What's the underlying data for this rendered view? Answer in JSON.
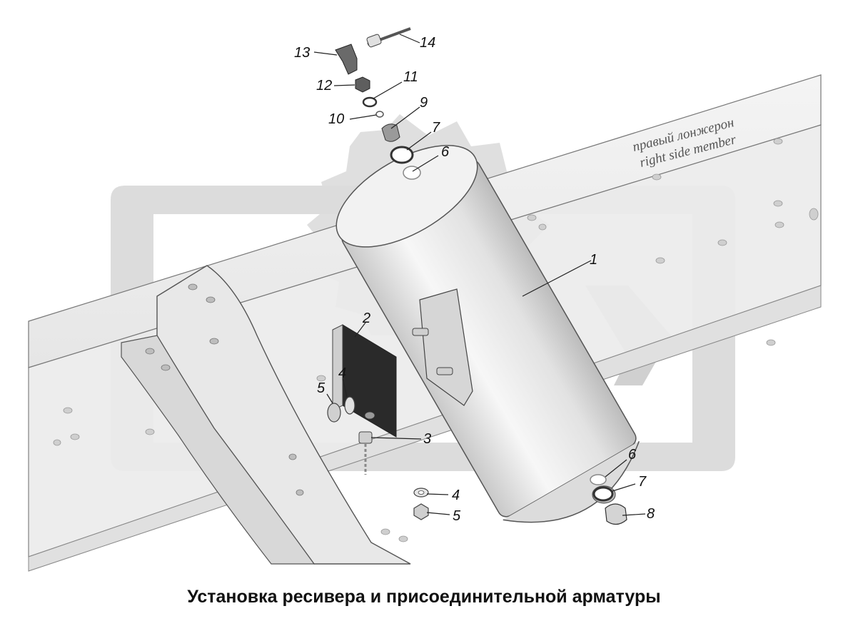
{
  "caption": "Установка ресивера и присоединительной арматуры",
  "side_member": {
    "label_ru": "правый лонжерон",
    "label_en": "right side member"
  },
  "callouts": {
    "c1": "1",
    "c2": "2",
    "c3": "3",
    "c4a": "4",
    "c4b": "4",
    "c5a": "5",
    "c5b": "5",
    "c6a": "6",
    "c6b": "6",
    "c7a": "7",
    "c7b": "7",
    "c8": "8",
    "c9": "9",
    "c10": "10",
    "c11": "11",
    "c12": "12",
    "c13": "13",
    "c14": "14"
  },
  "colors": {
    "part_fill": "#eeeeee",
    "part_stroke": "#555555",
    "watermark": "#dcdcdc",
    "leader": "#222222"
  }
}
